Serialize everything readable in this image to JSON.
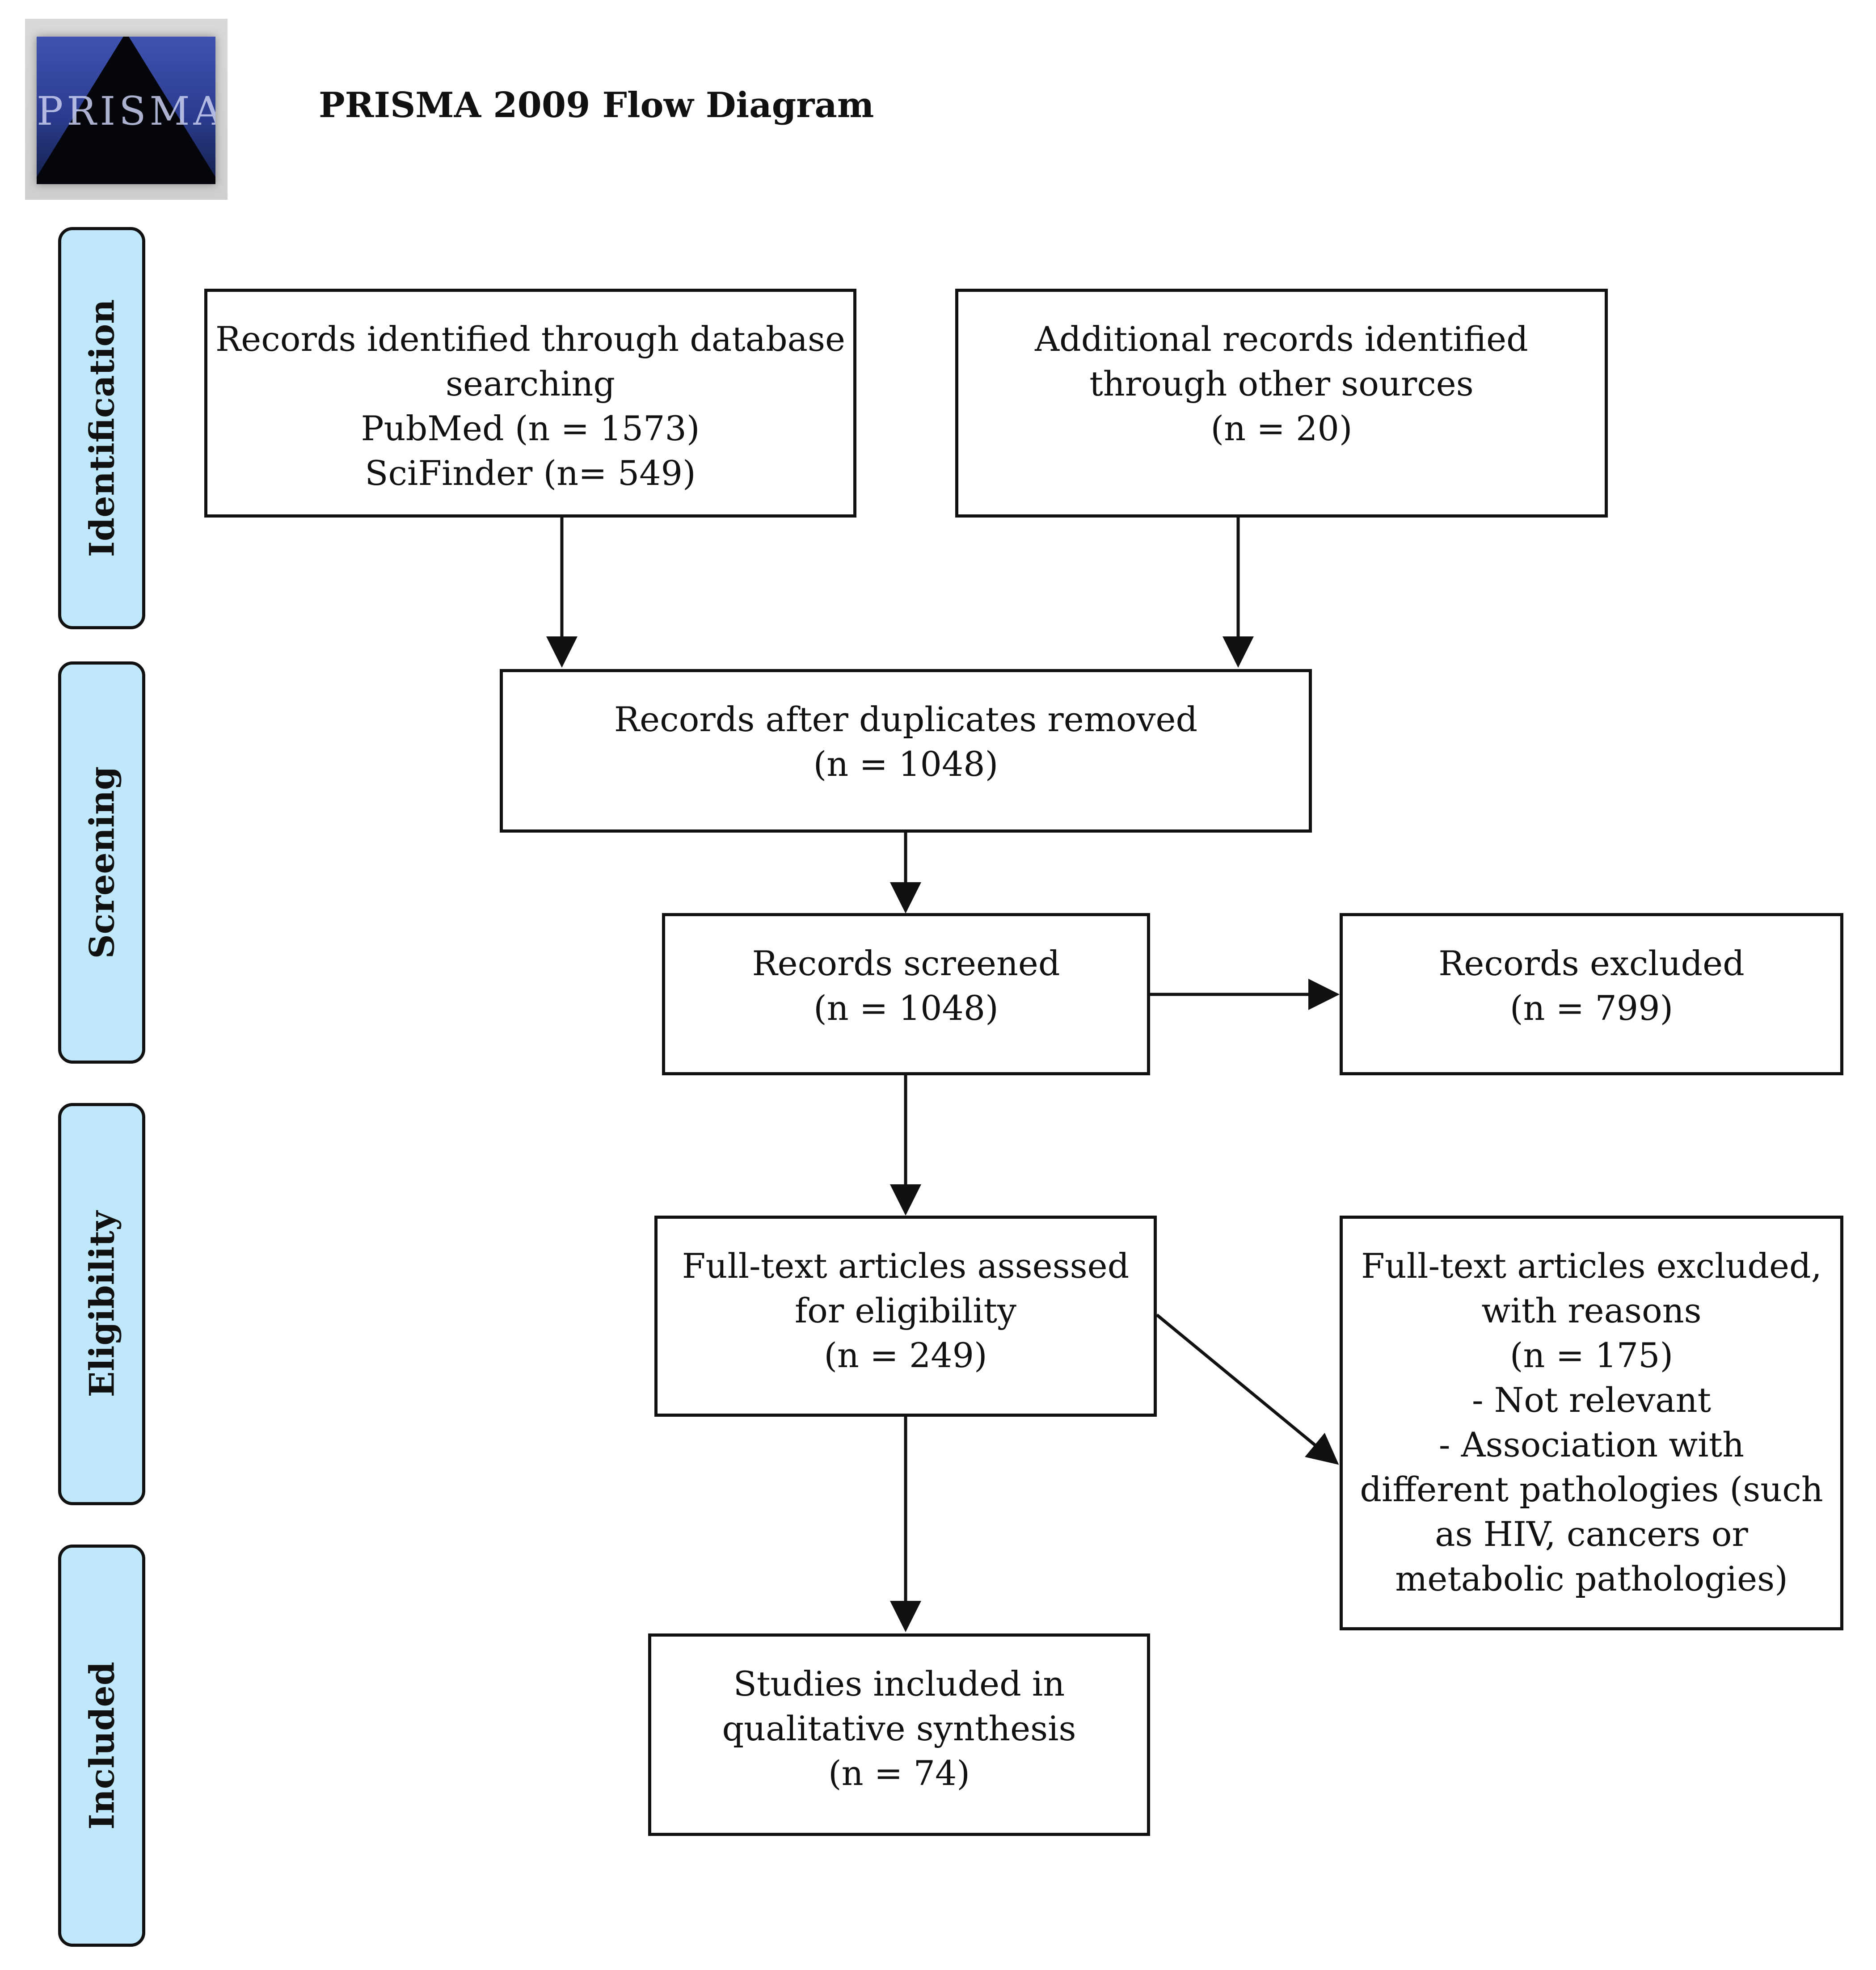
{
  "header": {
    "logo_text": "PRISMA",
    "title": "PRISMA 2009 Flow Diagram"
  },
  "stages": [
    "Identification",
    "Screening",
    "Eligibility",
    "Included"
  ],
  "boxes": {
    "database_search": {
      "lines": [
        "Records identified through database",
        "searching",
        "PubMed (n = 1573)",
        "SciFinder (n= 549)"
      ]
    },
    "other_sources": {
      "lines": [
        "Additional records identified",
        "through other sources",
        "(n = 20)"
      ]
    },
    "duplicates_removed": {
      "lines": [
        "Records after duplicates removed",
        "(n = 1048)"
      ]
    },
    "screened": {
      "lines": [
        "Records screened",
        "(n = 1048)"
      ]
    },
    "excluded": {
      "lines": [
        "Records excluded",
        "(n = 799)"
      ]
    },
    "full_text_assessed": {
      "lines": [
        "Full-text articles assessed",
        "for eligibility",
        "(n = 249)"
      ]
    },
    "full_text_excluded": {
      "lines": [
        "Full-text articles excluded,",
        "with reasons",
        "(n = 175)",
        "- Not relevant",
        "- Association with",
        "different pathologies (such",
        "as HIV, cancers or",
        "metabolic pathologies)"
      ]
    },
    "included": {
      "lines": [
        "Studies included in",
        "qualitative synthesis",
        "(n = 74)"
      ]
    }
  }
}
